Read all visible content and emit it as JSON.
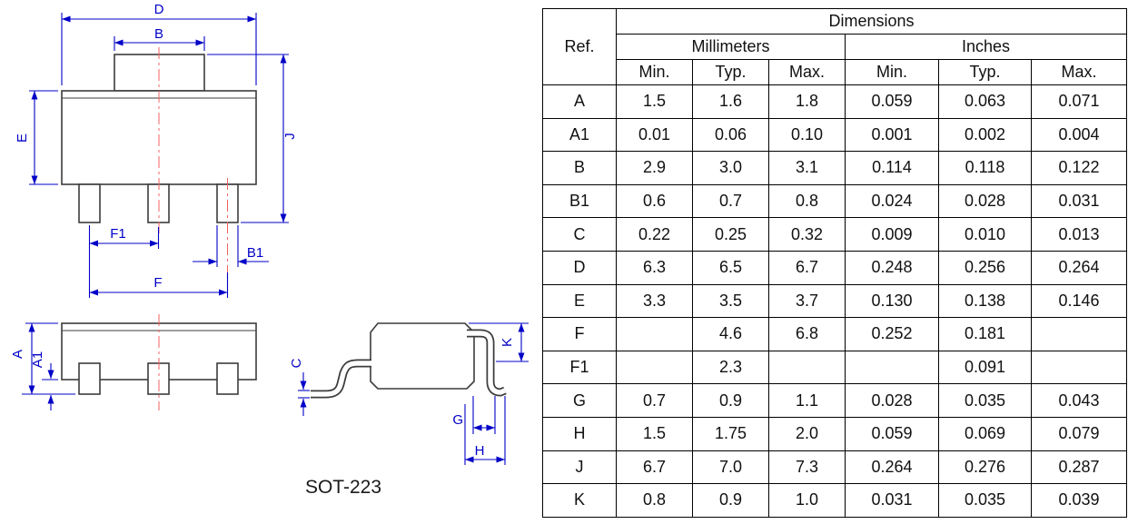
{
  "drawing": {
    "caption": "SOT-223",
    "dim_labels": {
      "D": "D",
      "B": "B",
      "E": "E",
      "J": "J",
      "F1": "F1",
      "B1": "B1",
      "F": "F",
      "A": "A",
      "A1": "A1",
      "C": "C",
      "K": "K",
      "G": "G",
      "H": "H"
    },
    "colors": {
      "dimension": "#0000c8",
      "centerline": "#f0615f",
      "outline": "#3c3c3c"
    }
  },
  "table": {
    "title": "Dimensions",
    "ref_header": "Ref.",
    "unit_groups": [
      "Millimeters",
      "Inches"
    ],
    "sub_headers": [
      "Min.",
      "Typ.",
      "Max.",
      "Min.",
      "Typ.",
      "Max."
    ],
    "rows": [
      {
        "ref": "A",
        "mm": [
          "1.5",
          "1.6",
          "1.8"
        ],
        "in": [
          "0.059",
          "0.063",
          "0.071"
        ]
      },
      {
        "ref": "A1",
        "mm": [
          "0.01",
          "0.06",
          "0.10"
        ],
        "in": [
          "0.001",
          "0.002",
          "0.004"
        ]
      },
      {
        "ref": "B",
        "mm": [
          "2.9",
          "3.0",
          "3.1"
        ],
        "in": [
          "0.114",
          "0.118",
          "0.122"
        ]
      },
      {
        "ref": "B1",
        "mm": [
          "0.6",
          "0.7",
          "0.8"
        ],
        "in": [
          "0.024",
          "0.028",
          "0.031"
        ]
      },
      {
        "ref": "C",
        "mm": [
          "0.22",
          "0.25",
          "0.32"
        ],
        "in": [
          "0.009",
          "0.010",
          "0.013"
        ]
      },
      {
        "ref": "D",
        "mm": [
          "6.3",
          "6.5",
          "6.7"
        ],
        "in": [
          "0.248",
          "0.256",
          "0.264"
        ]
      },
      {
        "ref": "E",
        "mm": [
          "3.3",
          "3.5",
          "3.7"
        ],
        "in": [
          "0.130",
          "0.138",
          "0.146"
        ]
      },
      {
        "ref": "F",
        "mm": [
          "",
          "4.6",
          "6.8"
        ],
        "in": [
          "0.252",
          "0.181",
          ""
        ]
      },
      {
        "ref": "F1",
        "mm": [
          "",
          "2.3",
          ""
        ],
        "in": [
          "",
          "0.091",
          ""
        ]
      },
      {
        "ref": "G",
        "mm": [
          "0.7",
          "0.9",
          "1.1"
        ],
        "in": [
          "0.028",
          "0.035",
          "0.043"
        ]
      },
      {
        "ref": "H",
        "mm": [
          "1.5",
          "1.75",
          "2.0"
        ],
        "in": [
          "0.059",
          "0.069",
          "0.079"
        ]
      },
      {
        "ref": "J",
        "mm": [
          "6.7",
          "7.0",
          "7.3"
        ],
        "in": [
          "0.264",
          "0.276",
          "0.287"
        ]
      },
      {
        "ref": "K",
        "mm": [
          "0.8",
          "0.9",
          "1.0"
        ],
        "in": [
          "0.031",
          "0.035",
          "0.039"
        ]
      }
    ]
  }
}
